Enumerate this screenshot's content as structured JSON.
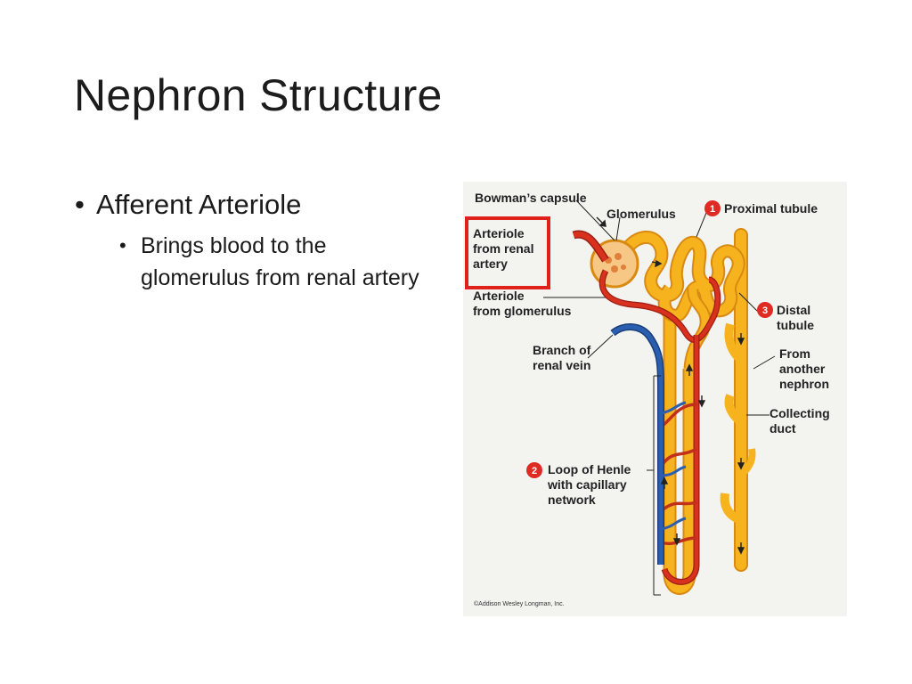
{
  "slide": {
    "title": "Nephron Structure",
    "bullet_1": "Afferent Arteriole",
    "bullet_1_sub": "Brings blood to the glomerulus from renal artery"
  },
  "figure": {
    "labels": {
      "bowmans_capsule": "Bowman’s capsule",
      "glomerulus": "Glomerulus",
      "proximal_tubule": "Proximal tubule",
      "arteriole_from_renal_artery_1": "Arteriole",
      "arteriole_from_renal_artery_2": "from renal",
      "arteriole_from_renal_artery_3": "artery",
      "arteriole_from_glomerulus_1": "Arteriole",
      "arteriole_from_glomerulus_2": "from glomerulus",
      "distal_tubule_1": "Distal",
      "distal_tubule_2": "tubule",
      "branch_renal_vein_1": "Branch of",
      "branch_renal_vein_2": "renal vein",
      "from_another_nephron_1": "From",
      "from_another_nephron_2": "another",
      "from_another_nephron_3": "nephron",
      "collecting_duct_1": "Collecting",
      "collecting_duct_2": "duct",
      "loop_of_henle_1": "Loop of Henle",
      "loop_of_henle_2": "with capillary",
      "loop_of_henle_3": "network",
      "credit": "©Addison Wesley Longman, Inc."
    },
    "markers": {
      "m1": "1",
      "m2": "2",
      "m3": "3"
    },
    "colors": {
      "highlight": "#e0201b",
      "artery": "#d8321f",
      "vein": "#2a5fb0",
      "tubule": "#f6b31d",
      "tubule_edge": "#d88a12",
      "marker": "#e02a24"
    }
  }
}
